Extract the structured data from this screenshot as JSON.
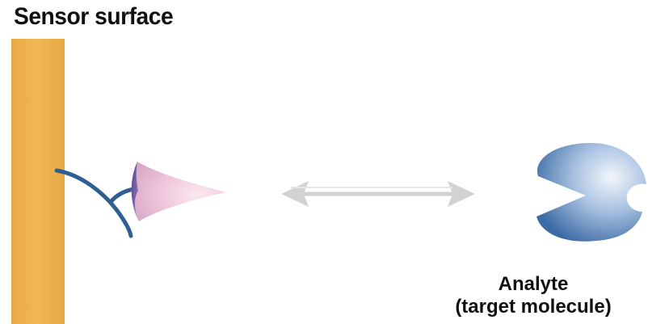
{
  "title": "Sensor surface",
  "analyte": {
    "line1": "Analyte",
    "line2": "(target molecule)"
  },
  "colors": {
    "sensor_surface": "#ebb04f",
    "receptor": "#2e5f93",
    "ligand_pink": "#ecc0d6",
    "ligand_purple": "#6f5ea2",
    "arrow": "#d2d2d2",
    "analyte_blue": "#4f7fb7",
    "analyte_light": "#dde8f5"
  }
}
